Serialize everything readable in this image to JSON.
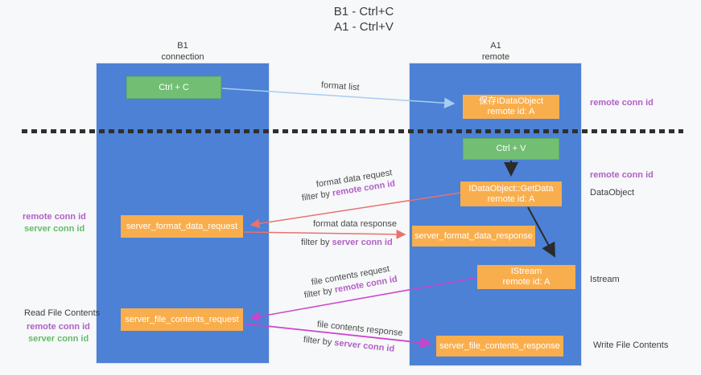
{
  "title": {
    "line1": "B1 - Ctrl+C",
    "line2": "A1 - Ctrl+V"
  },
  "lanes": {
    "left": {
      "name": "B1",
      "role": "connection"
    },
    "right": {
      "name": "A1",
      "role": "remote"
    }
  },
  "nodes": {
    "ctrl_c": {
      "label": "Ctrl + C"
    },
    "save_dataobject": {
      "line1": "保存IDataObject",
      "line2": "remote id: A"
    },
    "ctrl_v": {
      "label": "Ctrl + V"
    },
    "getdata": {
      "line1": "IDataObject::GetData",
      "line2": "remote id: A"
    },
    "format_request": {
      "label": "server_format_data_request"
    },
    "format_response": {
      "label": "server_format_data_response"
    },
    "istream": {
      "line1": "IStream",
      "line2": "remote id: A"
    },
    "file_request": {
      "label": "server_file_contents_request"
    },
    "file_response": {
      "label": "server_file_contents_response"
    }
  },
  "edge_labels": {
    "format_list": "format list",
    "format_data_request": "format data request",
    "format_data_request_filter_prefix": "filter by ",
    "format_data_request_filter_value": "remote conn id",
    "format_data_response": "format data response",
    "format_data_response_filter_prefix": "filter by ",
    "format_data_response_filter_value": "server conn id",
    "file_contents_request": "file contents request",
    "file_contents_request_filter_prefix": "filter by ",
    "file_contents_request_filter_value": "remote conn id",
    "file_contents_response": "file contents response",
    "file_contents_response_filter_prefix": "filter by ",
    "file_contents_response_filter_value": "server conn id"
  },
  "annotations": {
    "right_top_remote_conn_id": "remote conn id",
    "right_mid_remote_conn_id": "remote conn id",
    "right_dataobject": "DataObject",
    "right_istream": "Istream",
    "right_write_file_contents": "Write File Contents",
    "left_remote_conn_id_1": "remote conn id",
    "left_server_conn_id_1": "server conn id",
    "left_read_file_contents": "Read File Contents",
    "left_remote_conn_id_2": "remote conn id",
    "left_server_conn_id_2": "server conn id"
  },
  "colors": {
    "lane_blue": "#4c81d5",
    "box_orange": "#f9ae4d",
    "box_green": "#72bf74",
    "arrow_light_blue": "#a6cdf2",
    "arrow_salmon": "#e87272",
    "arrow_magenta": "#cc44cc",
    "arrow_black": "#2b2b2b",
    "text_purple": "#b160c7",
    "text_green": "#66bb6a",
    "text_dark": "#3d3d3d"
  }
}
